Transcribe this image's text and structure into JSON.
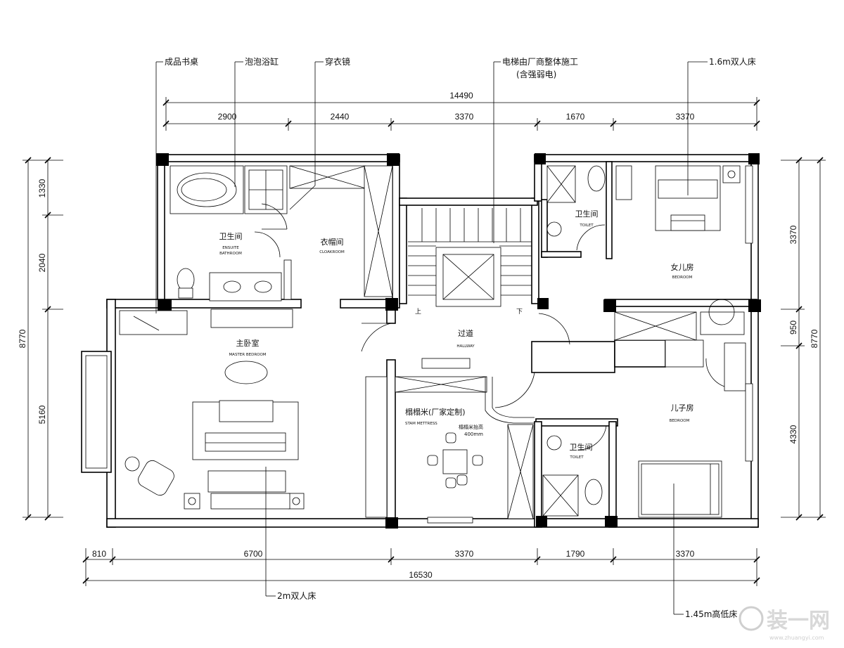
{
  "dimensions": {
    "top_total": "14490",
    "top_segments": [
      "2900",
      "2440",
      "3370",
      "1670",
      "3370"
    ],
    "bottom_total": "16530",
    "bottom_segments": [
      "810",
      "6700",
      "3370",
      "1790",
      "3370"
    ],
    "left_total": "8770",
    "left_segments": [
      "1330",
      "2040",
      "5160"
    ],
    "right_total": "8770",
    "right_segments": [
      "3370",
      "950",
      "4330"
    ]
  },
  "callouts": {
    "desk": "成品书桌",
    "bathtub": "泡泡浴缸",
    "mirror": "穿衣镜",
    "elevator_line1": "电梯由厂商整体施工",
    "elevator_line2": "(含强弱电)",
    "bed_16": "1.6m双人床",
    "bed_2m": "2m双人床",
    "bed_145": "1.45m高低床"
  },
  "rooms": {
    "ensuite_cn": "卫生间",
    "ensuite_en1": "ENSUITE",
    "ensuite_en2": "BATHROOM",
    "cloak_cn": "衣帽间",
    "cloak_en": "CLOAKROOM",
    "toilet1_cn": "卫生间",
    "toilet1_en": "TOILET",
    "daughter_cn": "女儿房",
    "daughter_en": "BEDROOM",
    "master_cn": "主卧室",
    "master_en": "MASTER BEDROOM",
    "hall_cn": "过道",
    "hall_en": "HALLWAY",
    "tatami_cn": "榻榻米(厂家定制)",
    "tatami_en": "STAM METTRESS",
    "tatami_note1": "榻榻米抬高",
    "tatami_note2": "400mm",
    "toilet2_cn": "卫生间",
    "toilet2_en": "TOILET",
    "son_cn": "儿子房",
    "son_en": "BEDROOM"
  },
  "stairs": {
    "up": "上",
    "down": "下"
  },
  "watermark": {
    "text": "装一网",
    "url": "www.zhuangyi.com"
  }
}
